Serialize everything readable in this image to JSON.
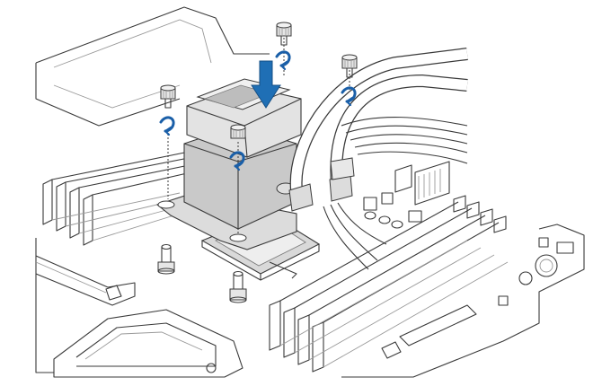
{
  "colors": {
    "line": "#3a3a3a",
    "light_line": "#9a9a9a",
    "metal": "#cfcfcf",
    "metal_dark": "#9b9b9b",
    "socket": "#d9d9d9",
    "arrow_fill": "#1f6fb5",
    "rotate_arrow": "#1a5fa8",
    "background": "#ffffff"
  },
  "icons": {
    "press_arrow": "down-arrow-icon",
    "rotate_marker": "clockwise-rotate-icon",
    "screw": "thumb-screw-icon"
  },
  "diagram": {
    "subject": "cpu-water-block-installation",
    "screws_count": 4,
    "standoffs_count": 2,
    "hoses_count": 2
  }
}
